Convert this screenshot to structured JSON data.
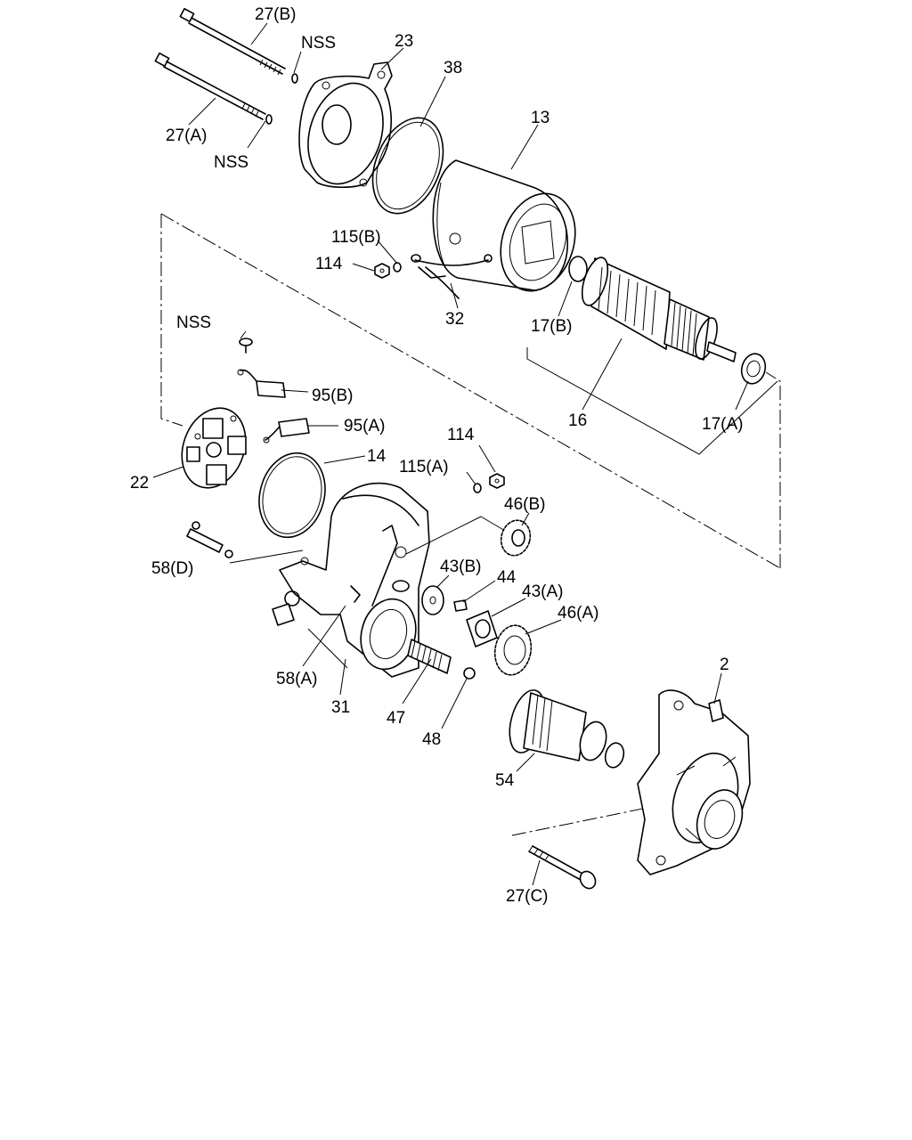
{
  "labels": {
    "l27b": "27(B)",
    "lnss1": "NSS",
    "l23": "23",
    "l38": "38",
    "l13": "13",
    "l27a": "27(A)",
    "lnss2": "NSS",
    "l115b": "115(B)",
    "l114a": "114",
    "l32": "32",
    "l17b": "17(B)",
    "lnss3": "NSS",
    "l95b": "95(B)",
    "l95a": "95(A)",
    "l16": "16",
    "l17a": "17(A)",
    "l114b": "114",
    "l115a": "115(A)",
    "l14": "14",
    "l22": "22",
    "l46b": "46(B)",
    "l58d": "58(D)",
    "l43b": "43(B)",
    "l44": "44",
    "l43a": "43(A)",
    "l46a": "46(A)",
    "l2": "2",
    "l58a": "58(A)",
    "l31": "31",
    "l47": "47",
    "l48": "48",
    "l54": "54",
    "l27c": "27(C)"
  }
}
